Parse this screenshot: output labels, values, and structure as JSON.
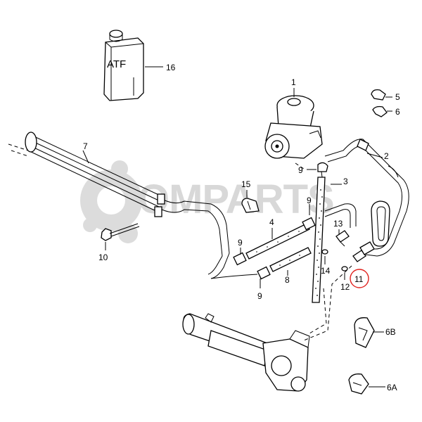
{
  "callouts": {
    "c1": "1",
    "c2": "2",
    "c3": "3",
    "c4": "4",
    "c5": "5",
    "c6": "6",
    "c6a": "6A",
    "c6b": "6B",
    "c7": "7",
    "c8": "8",
    "c9a": "9",
    "c9b": "9",
    "c9c": "9",
    "c9d": "9",
    "c10": "10",
    "c11": "11",
    "c12": "12",
    "c13": "13",
    "c14": "14",
    "c15": "15",
    "c16": "16"
  },
  "container_label": "ATF",
  "watermark": "OMPARTS",
  "colors": {
    "line": "#000000",
    "highlight": "#e0211d",
    "watermark": "#d8d8d8"
  }
}
